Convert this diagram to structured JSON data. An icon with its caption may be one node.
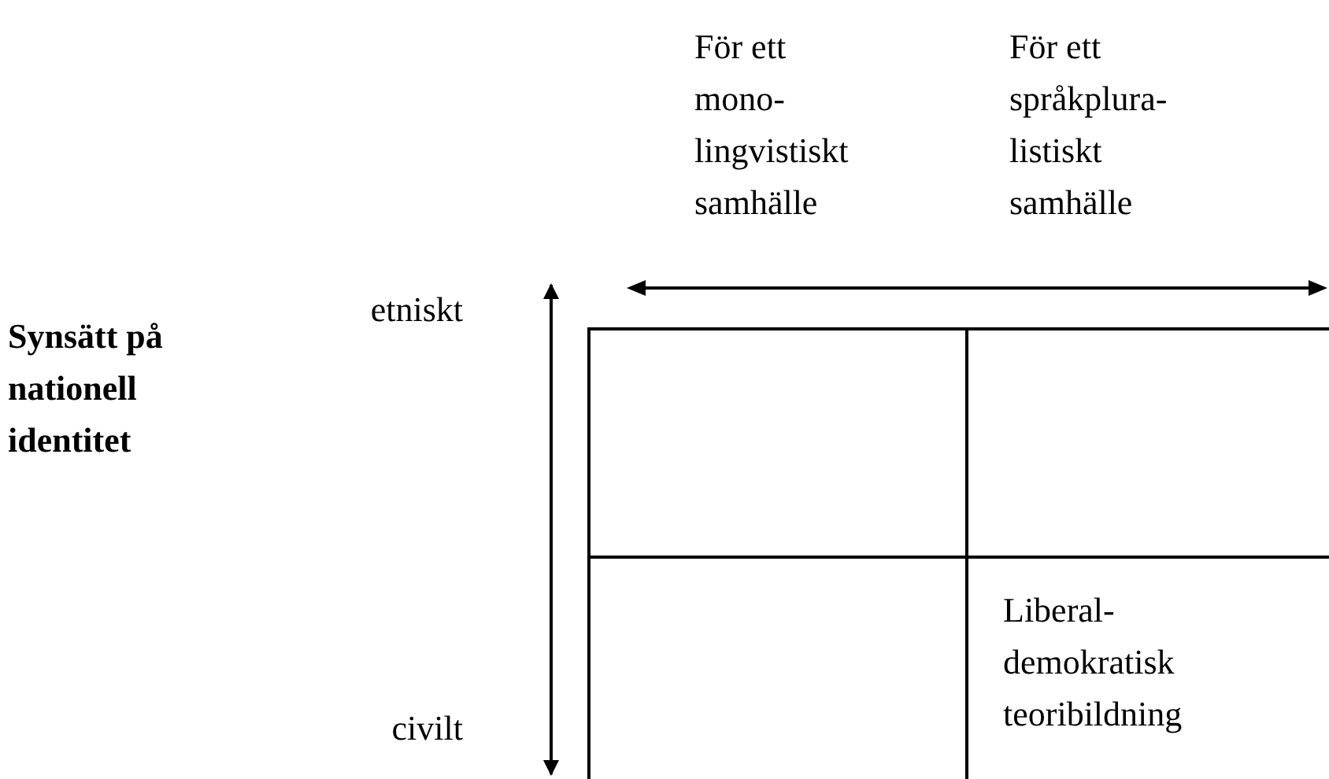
{
  "diagram": {
    "nodes": [
      {
        "text": [],
        "shape": "box"
      },
      {
        "text": [],
        "shape": "box"
      },
      {
        "text": [],
        "shape": "box"
      },
      {
        "text": [
          "Liberal- demokratisk teoribildning"
        ]
      }
    ],
    "labels": [
      "För ett mono- lingvistiskt samhälle",
      "För ett språkplura- listiskt samhälle",
      "etniskt",
      "Synsätt på nationell identitet",
      "civilt"
    ]
  }
}
